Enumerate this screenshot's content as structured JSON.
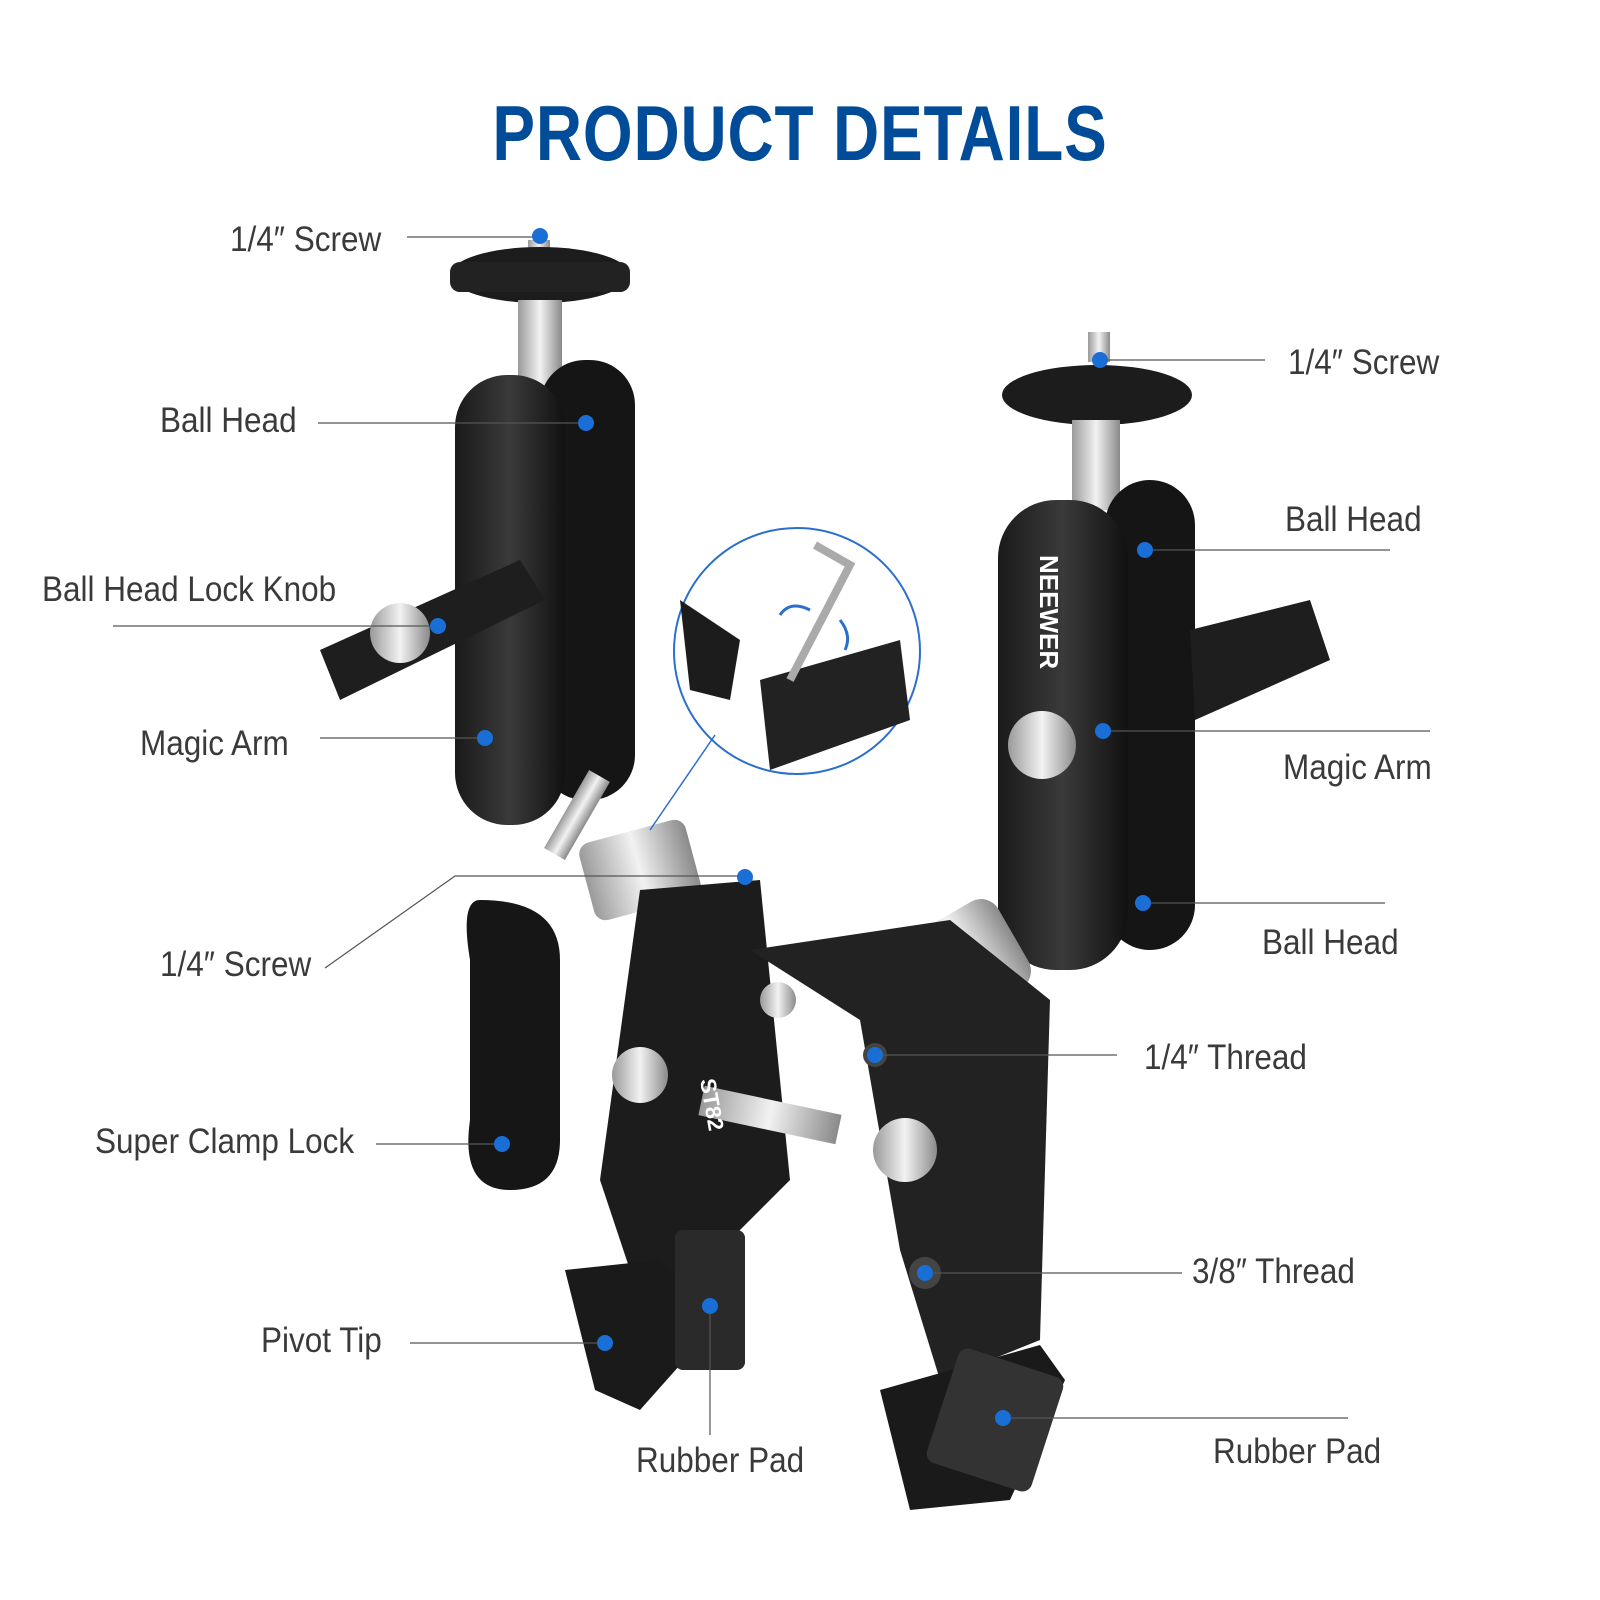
{
  "title": "PRODUCT DETAILS",
  "accent_color": "#004c99",
  "dot_color": "#1a6fd6",
  "labels": {
    "left_screw_top": "1/4″ Screw",
    "left_ball_head": "Ball Head",
    "ball_head_lock_knob": "Ball Head Lock Knob",
    "left_magic_arm": "Magic Arm",
    "center_screw": "1/4″ Screw",
    "super_clamp_lock": "Super Clamp Lock",
    "pivot_tip": "Pivot Tip",
    "rubber_pad_left": "Rubber Pad",
    "right_screw_top": "1/4″ Screw",
    "right_ball_head_top": "Ball Head",
    "right_magic_arm": "Magic Arm",
    "right_ball_head_bottom": "Ball Head",
    "thread_quarter": "1/4″ Thread",
    "thread_three_eighths": "3/8″ Thread",
    "rubber_pad_right": "Rubber Pad"
  },
  "product_markings": {
    "brand": "NEEWER",
    "model": "ST82"
  }
}
